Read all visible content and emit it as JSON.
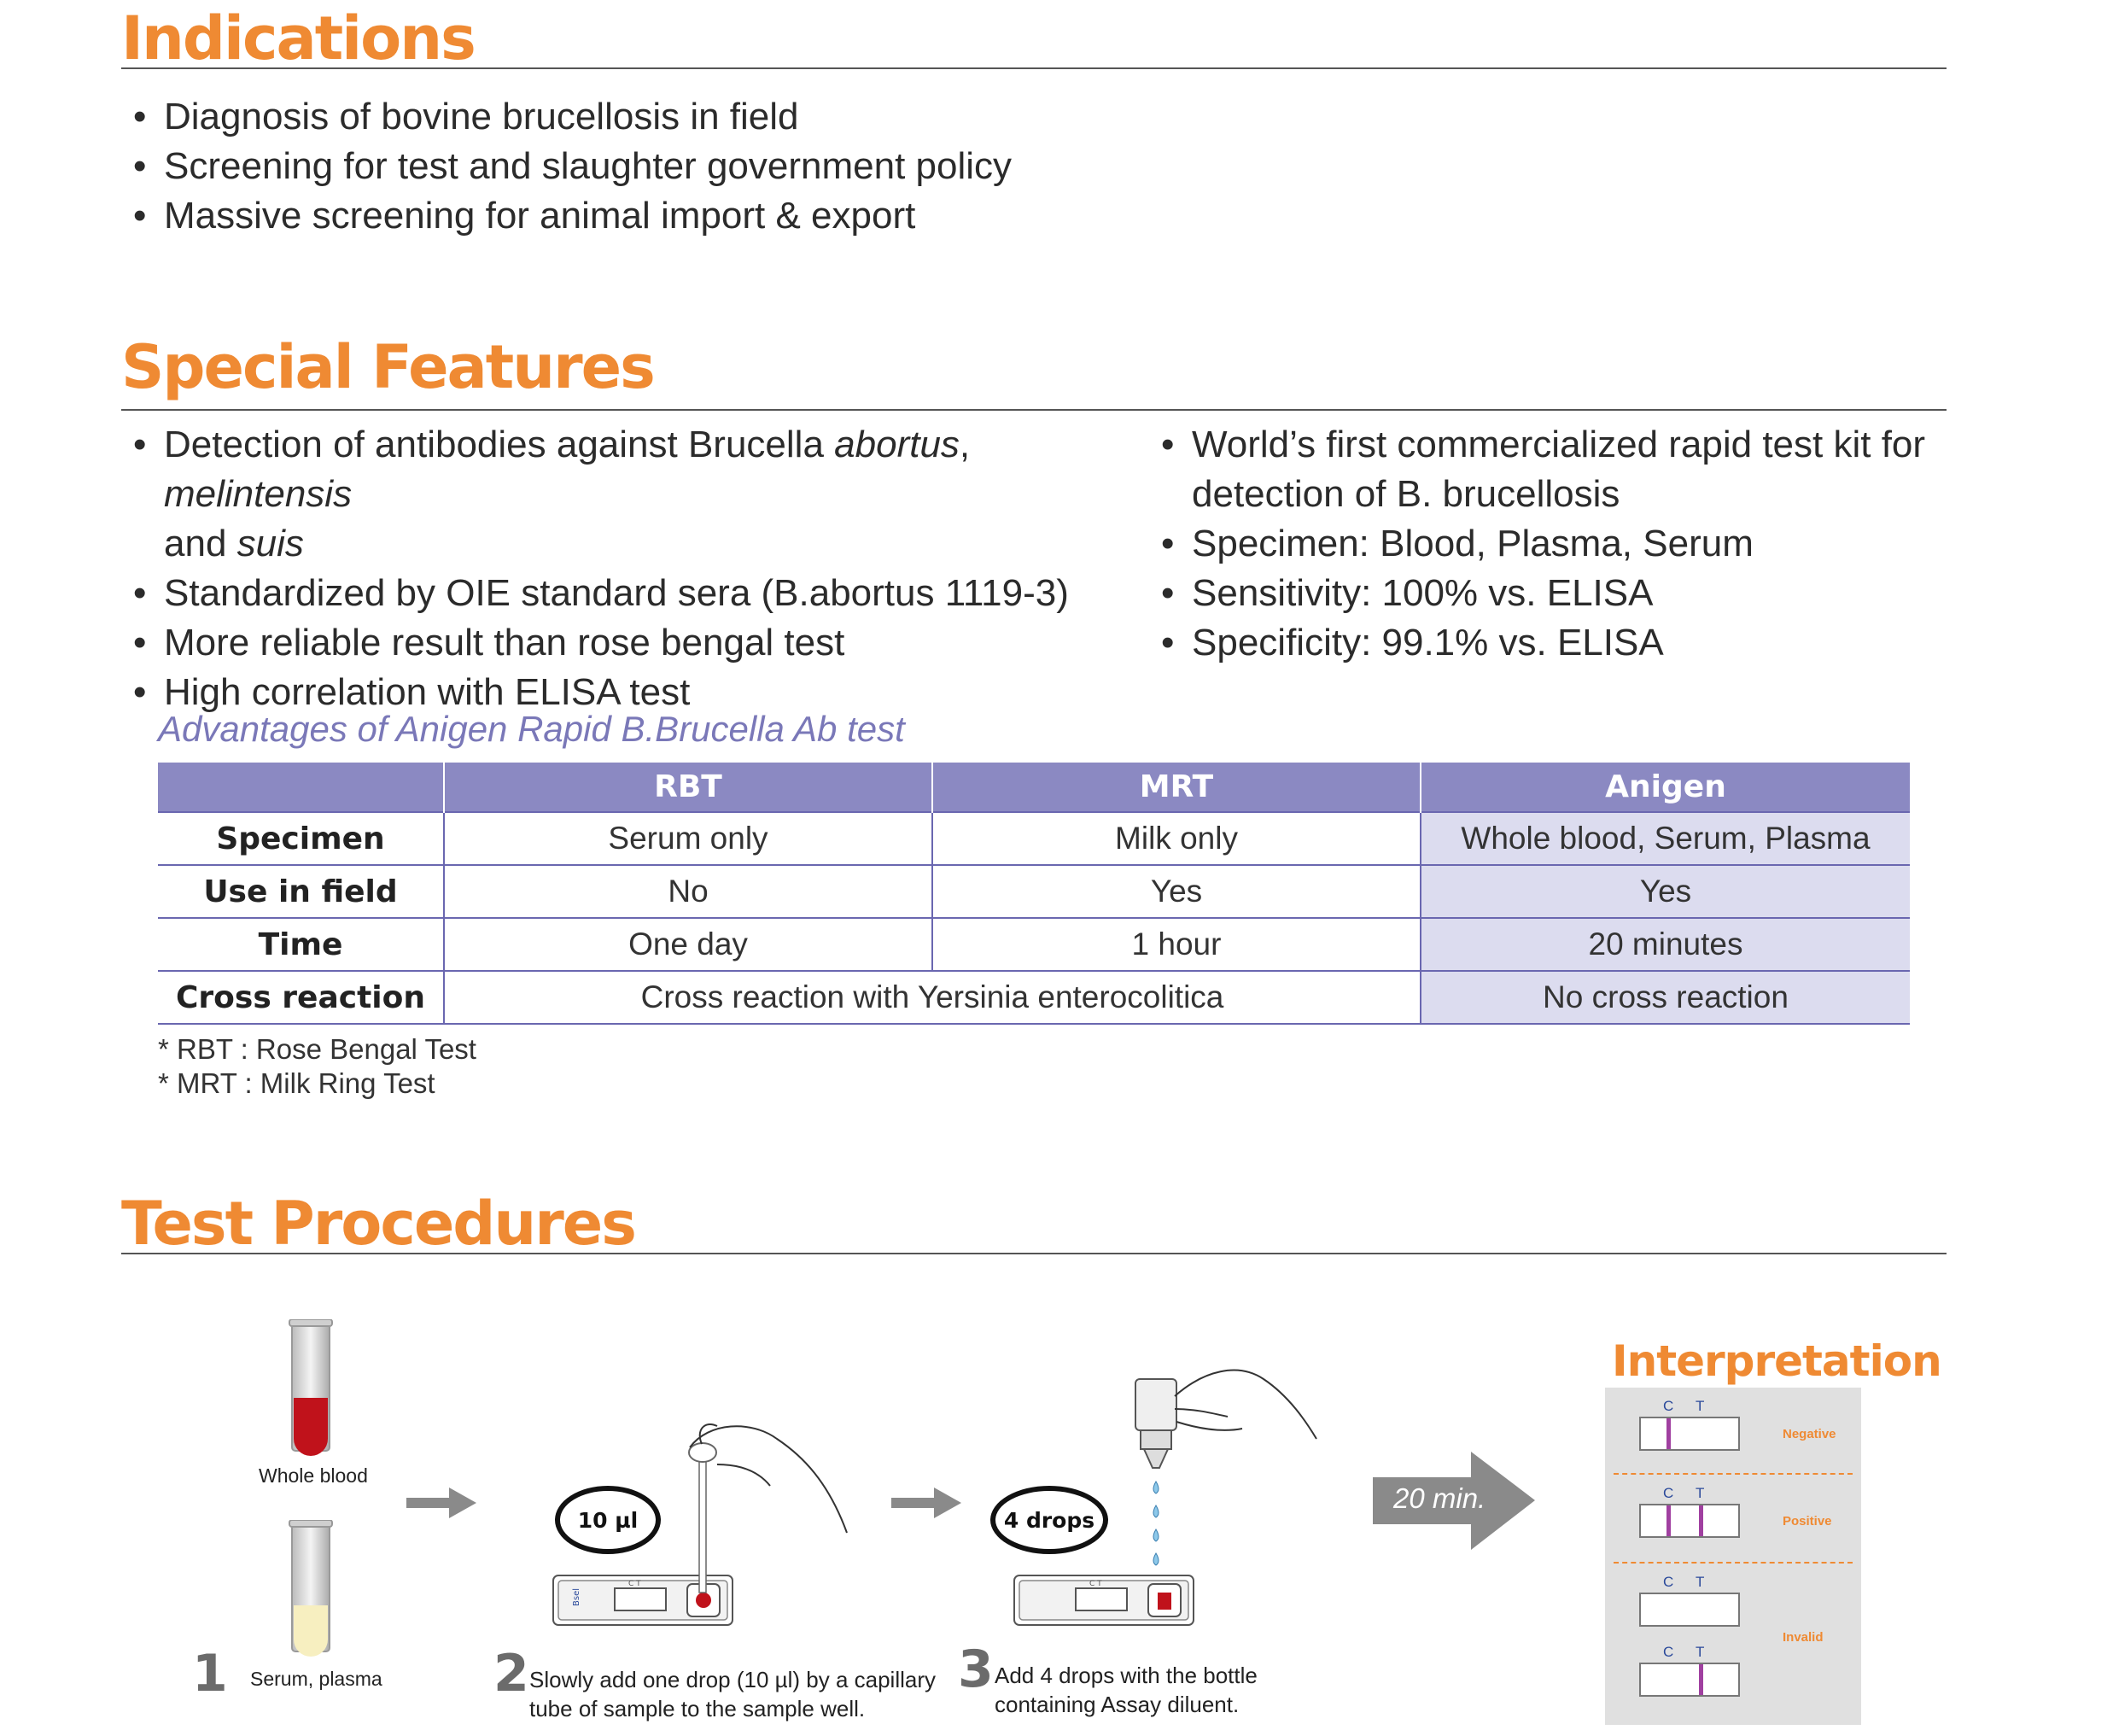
{
  "indications": {
    "title": "Indications",
    "items": [
      "Diagnosis of bovine brucellosis in field",
      "Screening for test and slaughter government policy",
      "Massive screening for animal import & export"
    ]
  },
  "features": {
    "title": "Special Features",
    "left": {
      "item1_prefix": "Detection of antibodies against Brucella ",
      "item1_abortus": "abortus",
      "item1_comma": ", ",
      "item1_melintensis": "melintensis",
      "item1_line2_prefix": "and ",
      "item1_suis": "suis",
      "item2": "Standardized by OIE standard sera (B.abortus 1119-3)",
      "item3": "More reliable result than rose bengal test",
      "item4": "High correlation with ELISA test"
    },
    "right": {
      "item1_line1": "World’s first commercialized rapid test kit for",
      "item1_line2": "detection of B. brucellosis",
      "item2": "Specimen: Blood, Plasma, Serum",
      "item3": "Sensitivity: 100% vs. ELISA",
      "item4": "Specificity: 99.1% vs. ELISA"
    }
  },
  "advantages": {
    "caption": "Advantages of Anigen Rapid B.Brucella Ab test",
    "headers": [
      "",
      "RBT",
      "MRT",
      "Anigen"
    ],
    "rows": [
      {
        "label": "Specimen",
        "rbt": "Serum only",
        "mrt": "Milk only",
        "anigen": "Whole blood, Serum, Plasma"
      },
      {
        "label": "Use in field",
        "rbt": "No",
        "mrt": "Yes",
        "anigen": "Yes"
      },
      {
        "label": "Time",
        "rbt": "One day",
        "mrt": "1 hour",
        "anigen": "20 minutes"
      },
      {
        "label": "Cross reaction",
        "merged": "Cross reaction with Yersinia enterocolitica",
        "anigen": "No cross reaction"
      }
    ],
    "footnotes": [
      "* RBT : Rose Bengal Test",
      "* MRT : Milk Ring Test"
    ]
  },
  "procedures": {
    "title": "Test Procedures",
    "step1": {
      "num": "1",
      "label_top": "Whole blood",
      "label_bottom": "Serum, plasma"
    },
    "step2": {
      "num": "2",
      "bubble": "10 µl",
      "text_line1": "Slowly add one drop (10 µl) by a capillary",
      "text_line2": "tube of sample to the sample well."
    },
    "step3": {
      "num": "3",
      "bubble": "4 drops",
      "text_line1": "Add 4 drops with the bottle",
      "text_line2": "containing Assay diluent."
    },
    "wait": "20 min.",
    "interpretation": {
      "title": "Interpretation",
      "c": "C",
      "t": "T",
      "results": [
        "Negative",
        "Positive",
        "Invalid"
      ]
    }
  },
  "colors": {
    "accent": "#ef8a33",
    "table_header": "#8b89c2",
    "table_highlight": "#dcdcef",
    "blood": "#c0121b",
    "serum": "#f7efc0"
  }
}
